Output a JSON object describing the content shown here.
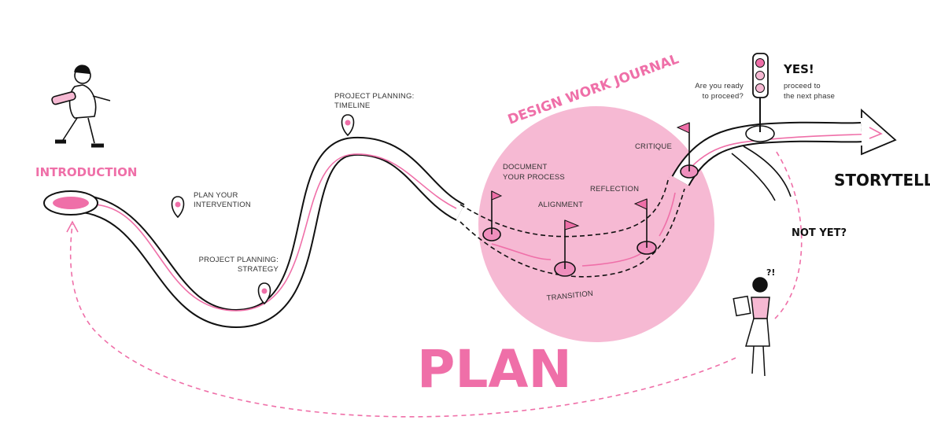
{
  "colors": {
    "accent": "#ef6fa8",
    "circle": "#f6b9d3",
    "ink": "#111111"
  },
  "headings": {
    "introduction": "INTRODUCTION",
    "plan": "PLAN",
    "journal": "DESIGN WORK JOURNAL",
    "transition": "TRANSITION",
    "storytell": "STORYTELL",
    "yes": "YES!",
    "not_yet": "NOT YET?",
    "question_marks": "?!"
  },
  "milestones": {
    "plan_intervention": [
      "PLAN YOUR",
      "INTERVENTION"
    ],
    "strategy": [
      "PROJECT PLANNING:",
      "STRATEGY"
    ],
    "timeline": [
      "PROJECT PLANNING:",
      "TIMELINE"
    ]
  },
  "journal_steps": {
    "document": [
      "DOCUMENT",
      "YOUR PROCESS"
    ],
    "alignment": "ALIGNMENT",
    "reflection": "REFLECTION",
    "critique": "CRITIQUE"
  },
  "decision": {
    "question": [
      "Are you ready",
      "to proceed?"
    ],
    "yes_text": [
      "proceed to",
      "the next phase"
    ]
  }
}
